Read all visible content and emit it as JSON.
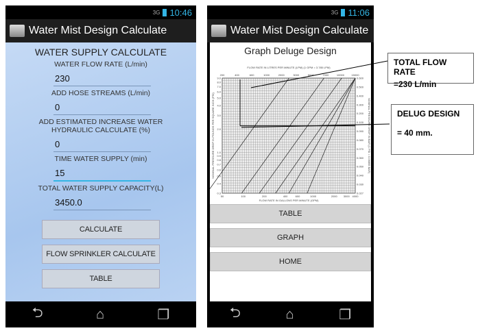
{
  "left_phone": {
    "status_time": "10:46",
    "signal": "3G",
    "app_title": "Water Mist Design Calculate",
    "heading": "WATER SUPPLY CALCULATE",
    "fields": [
      {
        "label": "WATER FLOW RATE (L/min)",
        "value": "230"
      },
      {
        "label": "ADD HOSE STREAMS (L/min)",
        "value": "0"
      },
      {
        "label": "ADD ESTIMATED INCREASE WATER HYDRAULIC CALCULATE (%)",
        "value": "0"
      },
      {
        "label": "TIME WATER SUPPLY (min)",
        "value": "15"
      },
      {
        "label": "TOTAL WATER SUPPLY CAPACITY(L)",
        "value": "3450.0"
      }
    ],
    "buttons": [
      "CALCULATE",
      "FLOW SPRINKLER CALCULATE",
      "TABLE"
    ]
  },
  "right_phone": {
    "status_time": "11:06",
    "signal": "3G",
    "app_title": "Water Mist Design Calculate",
    "graph_title": "Graph Deluge Design",
    "buttons": [
      "TABLE",
      "GRAPH",
      "HOME"
    ]
  },
  "chart_data": {
    "type": "line",
    "title": "FLOW RATE IN LITRES PER MINUTE (LPM) (1 GPM = 3.785 LPM)",
    "xlabel": "FLOW RATE IN GALLONS PER MINUTE (GPM)",
    "ylabel": "NOMINAL PRESSURE DROP IN POUNDS PER SQUARE INCH (PSI)",
    "y2label": "NOMINAL PRESSURE DROP IN BAR (1 PSI = 0.06895 BAR)",
    "x_scale": "log",
    "y_scale": "log",
    "x_ticks": [
      "50",
      "100",
      "200",
      "400",
      "600",
      "1000",
      "2000",
      "3000",
      "4000"
    ],
    "x2_ticks": [
      "200",
      "400",
      "600",
      "1000",
      "2000",
      "3000",
      "5000",
      "7000",
      "10000",
      "15000"
    ],
    "y_ticks": [
      "0.3",
      "0.4",
      "0.5",
      "0.6",
      "0.7",
      "0.8",
      "0.9",
      "1.0",
      "2.0",
      "3.0",
      "4.0",
      "5.0",
      "6.0",
      "7.0",
      "8.0",
      "9.0"
    ],
    "y2_ticks": [
      "0.600",
      "0.500",
      "0.400",
      "0.300",
      "0.200",
      "0.100",
      "0.090",
      "0.080",
      "0.070",
      "0.060",
      "0.050",
      "0.040",
      "0.030",
      "0.027"
    ],
    "xlim": [
      50,
      4000
    ],
    "ylim": [
      0.3,
      9.0
    ],
    "grid": true
  },
  "annotations": [
    {
      "title": "TOTAL FLOW RATE",
      "value": "=230  L/min"
    },
    {
      "title": "DELUG DESIGN",
      "value": "= 40 mm."
    }
  ],
  "nav_icons": [
    "back-icon",
    "home-icon",
    "recents-icon"
  ]
}
